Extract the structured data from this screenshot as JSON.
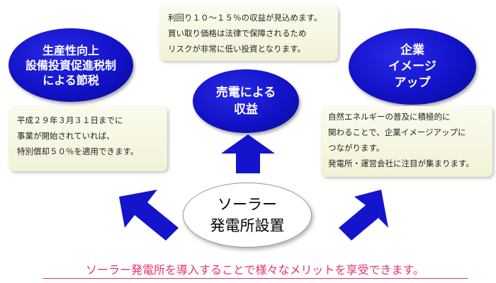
{
  "colors": {
    "ellipse_blue": "#1414cc",
    "note_bg": "#f5f5dc",
    "caption_pink": "#e8336a"
  },
  "center": {
    "lines": [
      "ソーラー",
      "発電所設置"
    ]
  },
  "left_oval": {
    "lines": [
      "生産性向上",
      "設備投資促進税制",
      "による節税"
    ]
  },
  "middle_oval": {
    "lines": [
      "売電による",
      "収益"
    ]
  },
  "right_oval": {
    "lines": [
      "企業",
      "イメージ",
      "アップ"
    ]
  },
  "notes": {
    "left": [
      "平成２９年３月３１日までに",
      "事業が開始されていれば、",
      "特別償却５０％を適用できます。"
    ],
    "top": [
      "利回り１０～１５％の収益が見込めます。",
      "買い取り価格は法律で保障されるため",
      "リスクが非常に低い投資となります。"
    ],
    "right": [
      "自然エネルギーの普及に積極的に",
      "関わることで、企業イメージアップに",
      "つながります。",
      "発電所・運営会社に注目が集まります。"
    ]
  },
  "caption": "ソーラー発電所を導入することで様々なメリットを享受できます。"
}
